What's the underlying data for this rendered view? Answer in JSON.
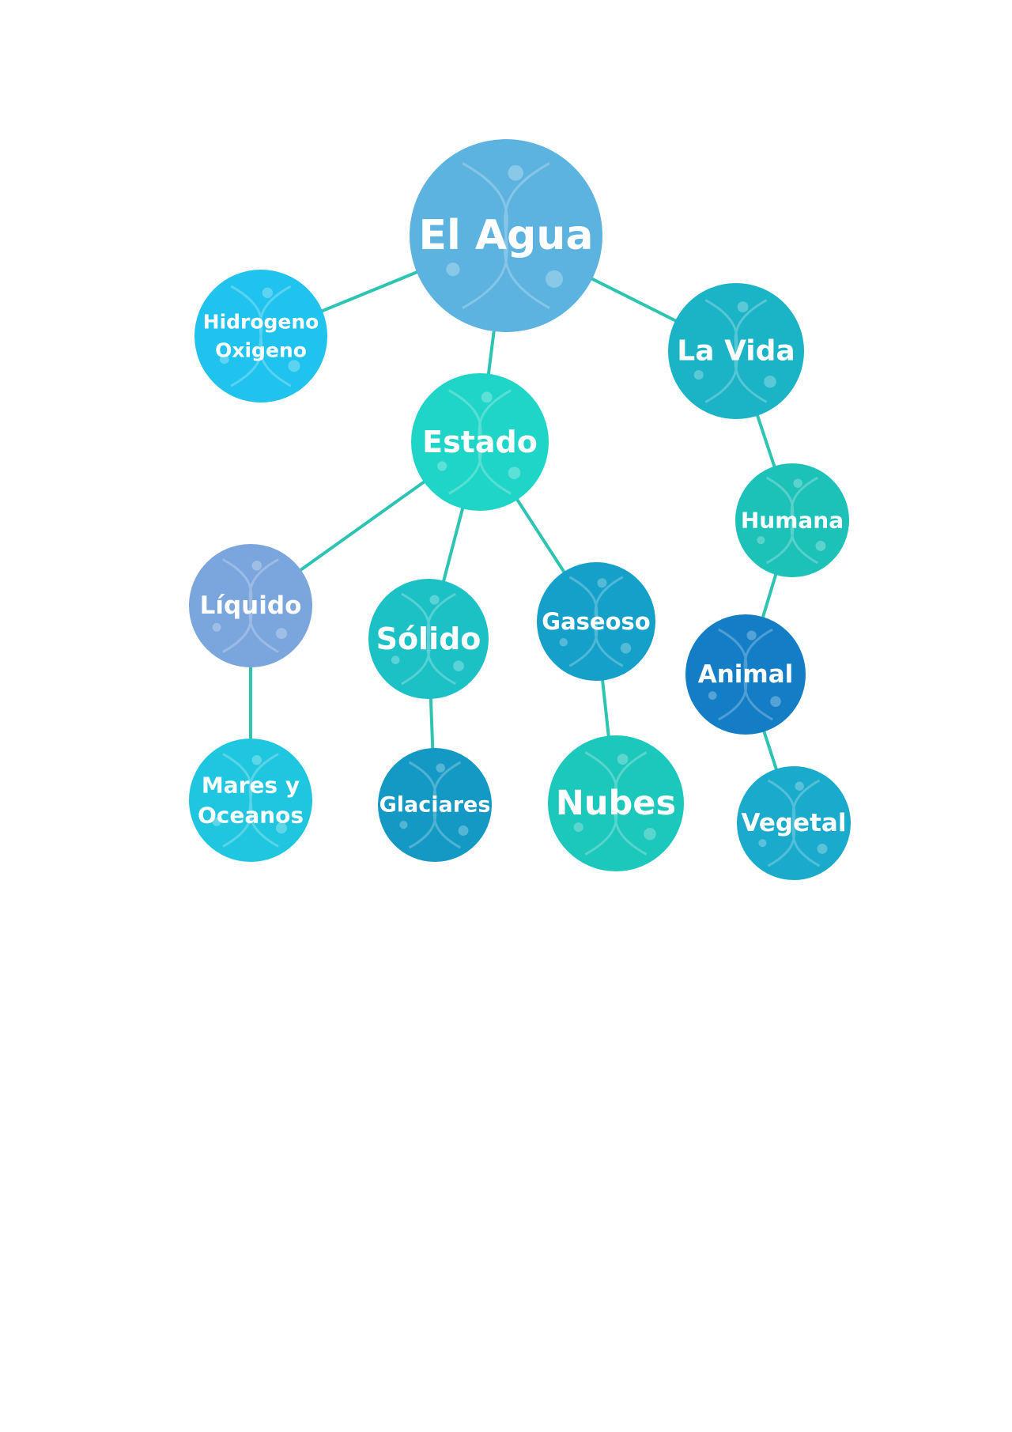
{
  "nodes": [
    {
      "id": "agua",
      "lines": [
        "El Agua"
      ],
      "color": "#5db3e0"
    },
    {
      "id": "hidrogeno",
      "lines": [
        "Hidrogeno",
        "Oxigeno"
      ],
      "color": "#1fc3ee"
    },
    {
      "id": "vida",
      "lines": [
        "La Vida"
      ],
      "color": "#1bb3c6"
    },
    {
      "id": "estado",
      "lines": [
        "Estado"
      ],
      "color": "#1fd5c8"
    },
    {
      "id": "humana",
      "lines": [
        "Humana"
      ],
      "color": "#1cc1b8"
    },
    {
      "id": "liquido",
      "lines": [
        "Líquido"
      ],
      "color": "#7aa5dd"
    },
    {
      "id": "solido",
      "lines": [
        "Sólido"
      ],
      "color": "#1cc1c6"
    },
    {
      "id": "gaseoso",
      "lines": [
        "Gaseoso"
      ],
      "color": "#14a0c9"
    },
    {
      "id": "animal",
      "lines": [
        "Animal"
      ],
      "color": "#137ec6"
    },
    {
      "id": "mares",
      "lines": [
        "Mares y",
        "Oceanos"
      ],
      "color": "#1fc6e0"
    },
    {
      "id": "glaciares",
      "lines": [
        "Glaciares"
      ],
      "color": "#1499c4"
    },
    {
      "id": "nubes",
      "lines": [
        "Nubes"
      ],
      "color": "#1cc7bb"
    },
    {
      "id": "vegetal",
      "lines": [
        "Vegetal"
      ],
      "color": "#19aacc"
    }
  ],
  "edges": [
    [
      "agua",
      "hidrogeno"
    ],
    [
      "agua",
      "vida"
    ],
    [
      "agua",
      "estado"
    ],
    [
      "vida",
      "humana"
    ],
    [
      "humana",
      "animal"
    ],
    [
      "animal",
      "vegetal"
    ],
    [
      "estado",
      "liquido"
    ],
    [
      "estado",
      "solido"
    ],
    [
      "estado",
      "gaseoso"
    ],
    [
      "liquido",
      "mares"
    ],
    [
      "solido",
      "glaciares"
    ],
    [
      "gaseoso",
      "nubes"
    ]
  ]
}
